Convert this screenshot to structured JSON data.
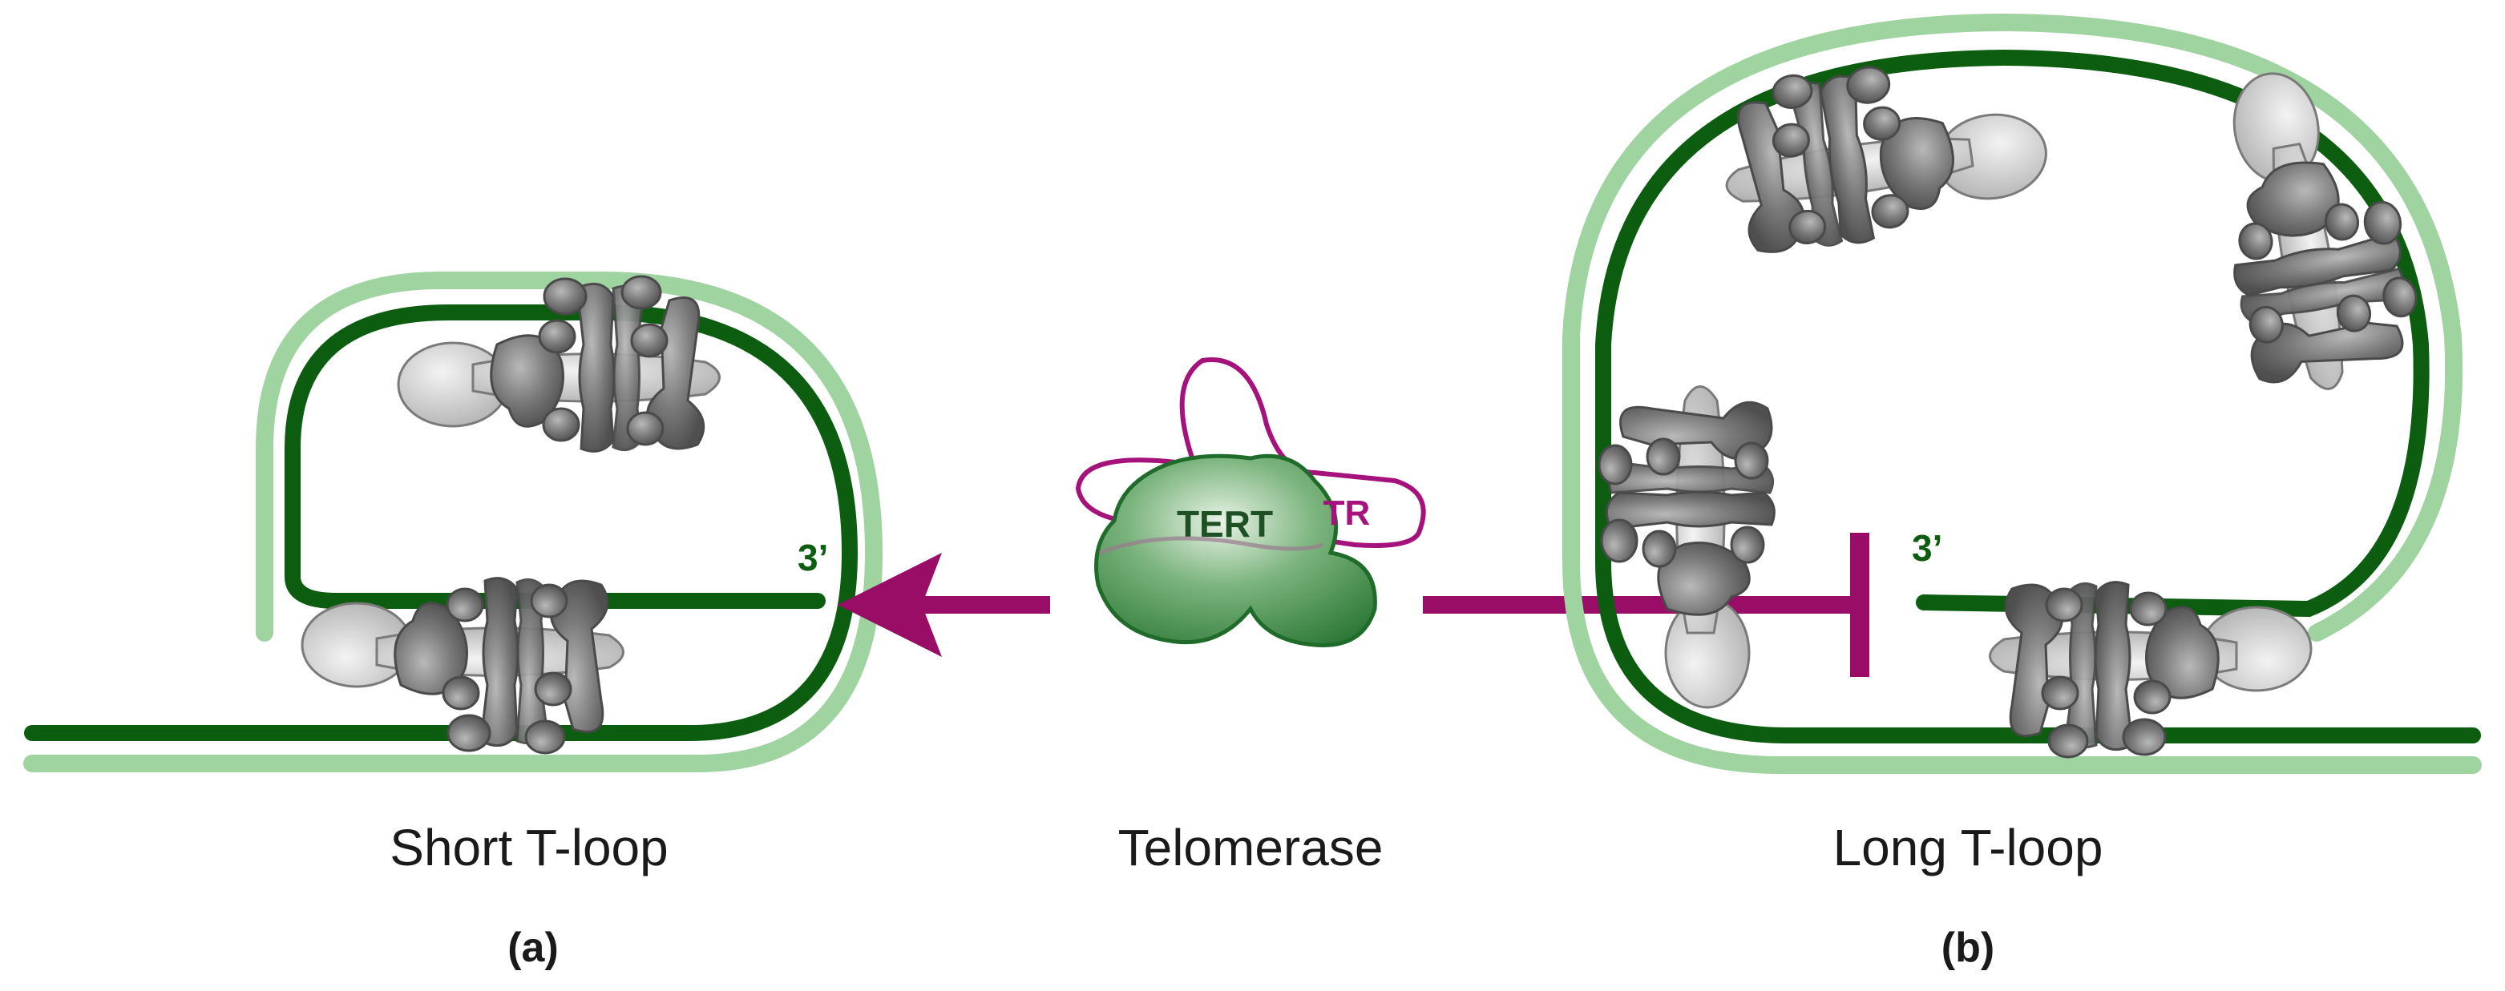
{
  "colors": {
    "dna_outer": "#9fd3a0",
    "dna_inner": "#0c5d10",
    "arrow": "#990d66",
    "protein_dark": "#6f6f6f",
    "protein_light": "#c9c9c9",
    "tert_fill": "#3c8a44",
    "tr_outline": "#a6127b"
  },
  "panel_a": {
    "caption": "Short T-loop",
    "letter": "(a)",
    "end_label": "3’"
  },
  "center": {
    "caption": "Telomerase",
    "tert_label": "TERT",
    "tr_label": "TR"
  },
  "panel_b": {
    "caption": "Long T-loop",
    "letter": "(b)",
    "end_label": "3’"
  }
}
